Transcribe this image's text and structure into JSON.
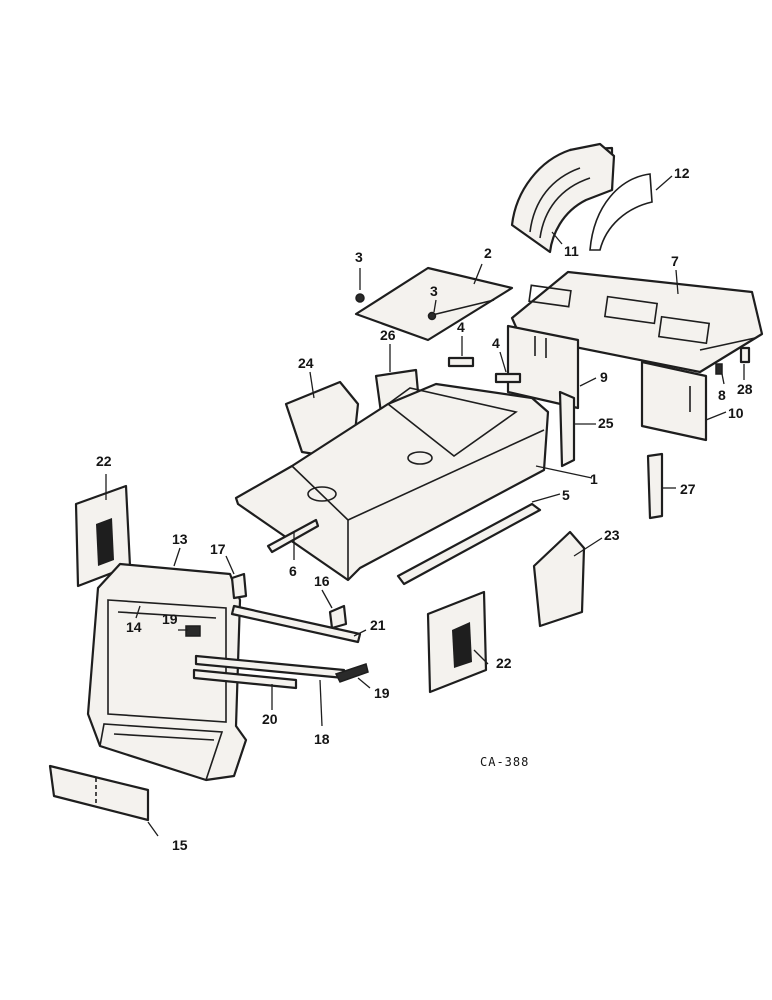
{
  "diagram": {
    "drawing_code": "CA-388",
    "callouts": [
      "1",
      "2",
      "3",
      "3",
      "4",
      "4",
      "5",
      "6",
      "7",
      "8",
      "9",
      "10",
      "11",
      "12",
      "13",
      "14",
      "15",
      "16",
      "17",
      "18",
      "19",
      "19",
      "20",
      "21",
      "22",
      "22",
      "23",
      "24",
      "25",
      "26",
      "27",
      "28"
    ]
  }
}
